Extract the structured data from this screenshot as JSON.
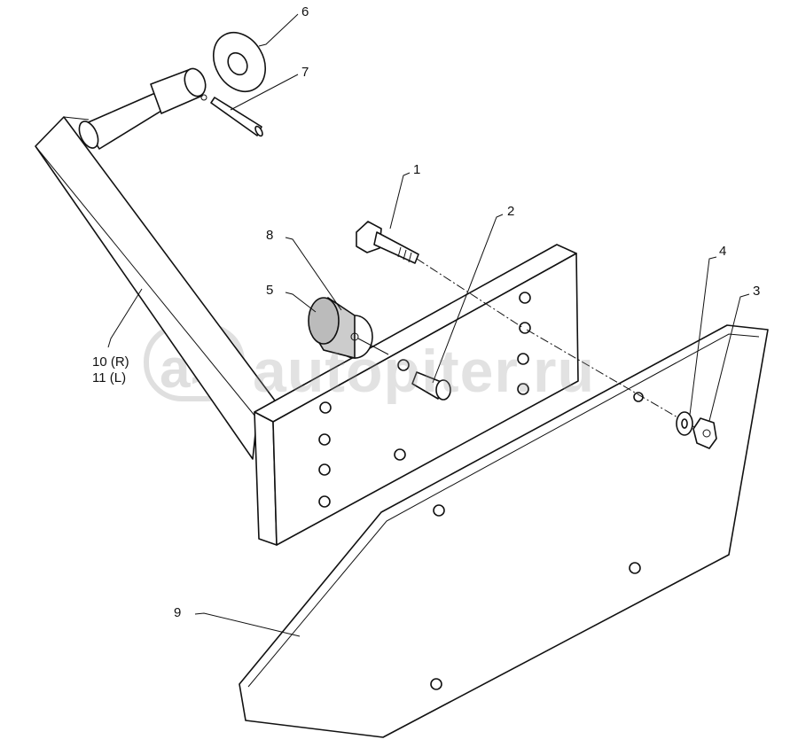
{
  "diagram": {
    "callouts": [
      {
        "id": "1",
        "text": "1"
      },
      {
        "id": "2",
        "text": "2"
      },
      {
        "id": "3",
        "text": "3"
      },
      {
        "id": "4",
        "text": "4"
      },
      {
        "id": "5",
        "text": "5"
      },
      {
        "id": "6",
        "text": "6"
      },
      {
        "id": "7",
        "text": "7"
      },
      {
        "id": "8",
        "text": "8"
      },
      {
        "id": "9",
        "text": "9"
      },
      {
        "id": "10",
        "text": "10 (R)"
      },
      {
        "id": "11",
        "text": "11 (L)"
      }
    ],
    "watermark": "autopiter.ru"
  }
}
